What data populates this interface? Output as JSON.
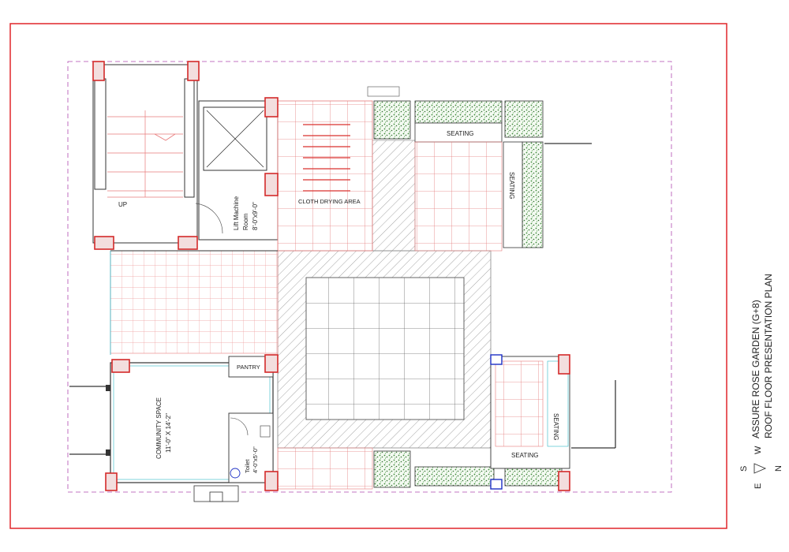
{
  "title": {
    "line1": "ASSURE ROSE GARDEN (G+8)",
    "line2": "ROOF FLOOR PRESENTATION PLAN"
  },
  "compass": {
    "n": "N",
    "s": "S",
    "e": "E",
    "w": "W"
  },
  "rooms": {
    "lift_machine_room": {
      "line1": "Lift Machine",
      "line2": "Room",
      "line3": "8'-0\"x9'-0\""
    },
    "up_label": "UP",
    "cloth_drying": "CLOTH DRYING AREA",
    "seating_top": "SEATING",
    "seating_side": "SEATING",
    "seating_bottom_right_v": "SEATING",
    "seating_bottom_right_h": "SEATING",
    "pantry": "PANTRY",
    "community_space": {
      "line1": "COMMUNITY SPACE",
      "line2": "11'-0\" X 14'-2\""
    },
    "toilet": {
      "line1": "Toilet",
      "line2": "4'-0\"x5'-0\""
    }
  },
  "colors": {
    "frame": "#e0262a",
    "column": "#d42a2a",
    "wall": "#333333",
    "grid": "#e67a7a",
    "hatch": "#9a9a9a",
    "planter": "#2e7d32",
    "dash": "#b04ab0",
    "cyan": "#2fb7c8",
    "blue_col": "#1c2fc4"
  }
}
